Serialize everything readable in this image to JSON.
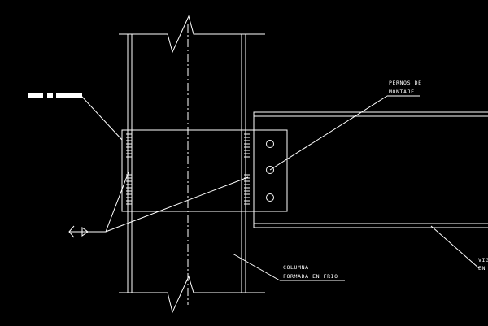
{
  "drawing": {
    "background": "#000000",
    "line_color": "#ffffff",
    "labels": {
      "pernos_line1": "PERNOS DE",
      "pernos_line2": "MONTAJE",
      "columna_line1": "COLUMNA",
      "columna_line2": "FORMADA EN FRIO",
      "viga_line1": "VIG",
      "viga_line2": "EN"
    },
    "callout_symbol": "section-mark-icon",
    "weld_symbol": "weld-symbol-icon"
  }
}
